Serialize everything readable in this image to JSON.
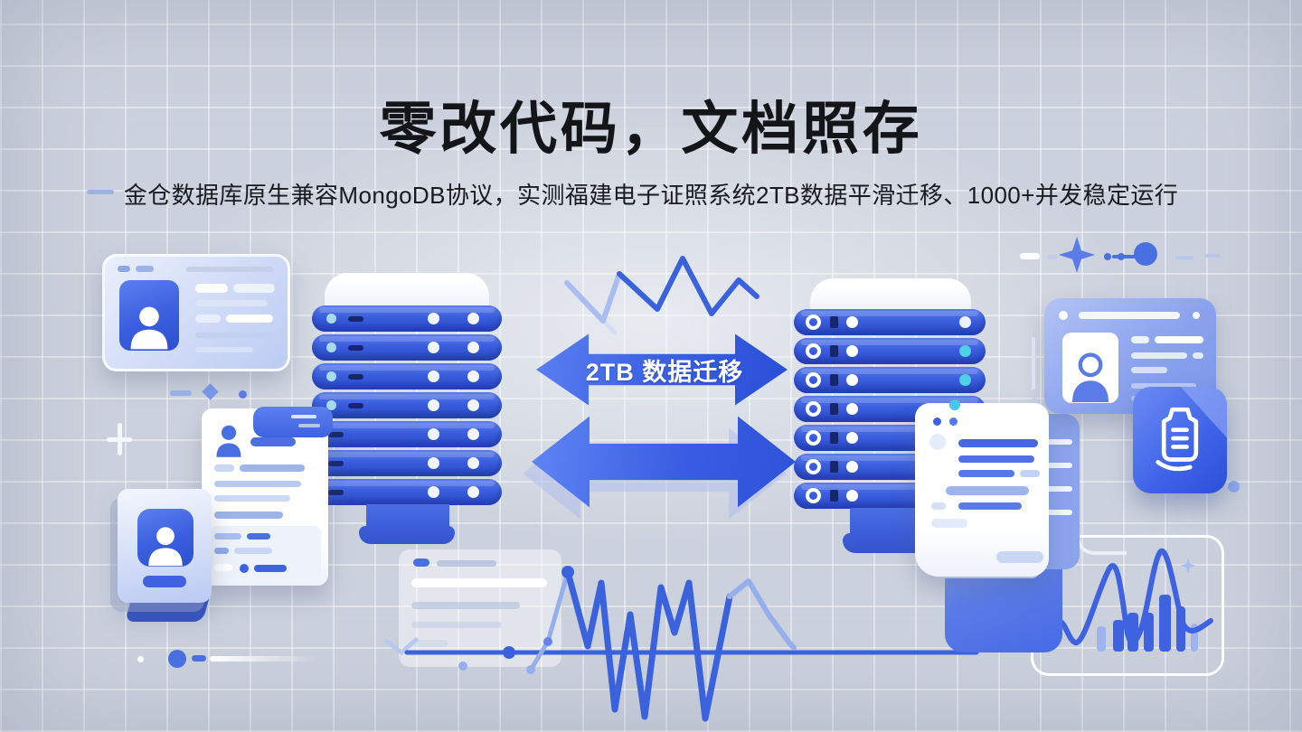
{
  "header": {
    "title": "零改代码，文档照存",
    "subtitle": "金仓数据库原生兼容MongoDB协议，实测福建电子证照系统2TB数据平滑迁移、1000+并发稳定运行"
  },
  "migration": {
    "arrow_label": "2TB 数据迁移"
  },
  "colors": {
    "background": "#ccd2dd",
    "primary_blue": "#3f63e0",
    "deep_blue": "#2b4bc8",
    "light_blue": "#a9bdf0",
    "cyan_accent": "#54d2e8",
    "navy_detail": "#17266f",
    "title_text": "#141519",
    "card_white": "#ffffff"
  },
  "icons": {
    "user_avatar": "person-silhouette",
    "certificate": "scroll-document",
    "sparkle": "four-point-star",
    "migration": "double-headed-arrow"
  },
  "illustration": {
    "left_server_rows": 7,
    "right_server_rows": 7,
    "decorative_bar_chart": {
      "type": "bar",
      "values": [
        28,
        35,
        43,
        43,
        63,
        50,
        31
      ]
    }
  }
}
